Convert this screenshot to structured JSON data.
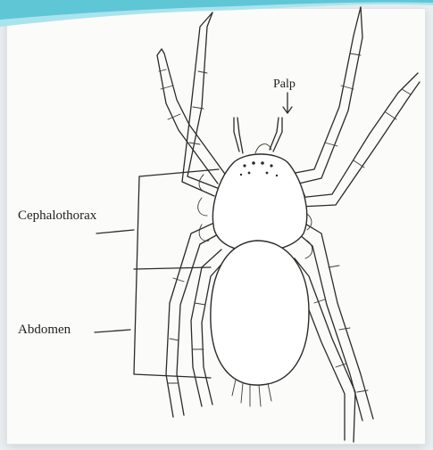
{
  "labels": {
    "palp": "Palp",
    "cephalothorax": "Cephalothorax",
    "abdomen": "Abdomen"
  },
  "colors": {
    "ink": "#2b2b2b",
    "paper": "#fbfbf9",
    "background": "#e9eef0",
    "wave_teal": "#5fc6d6"
  }
}
